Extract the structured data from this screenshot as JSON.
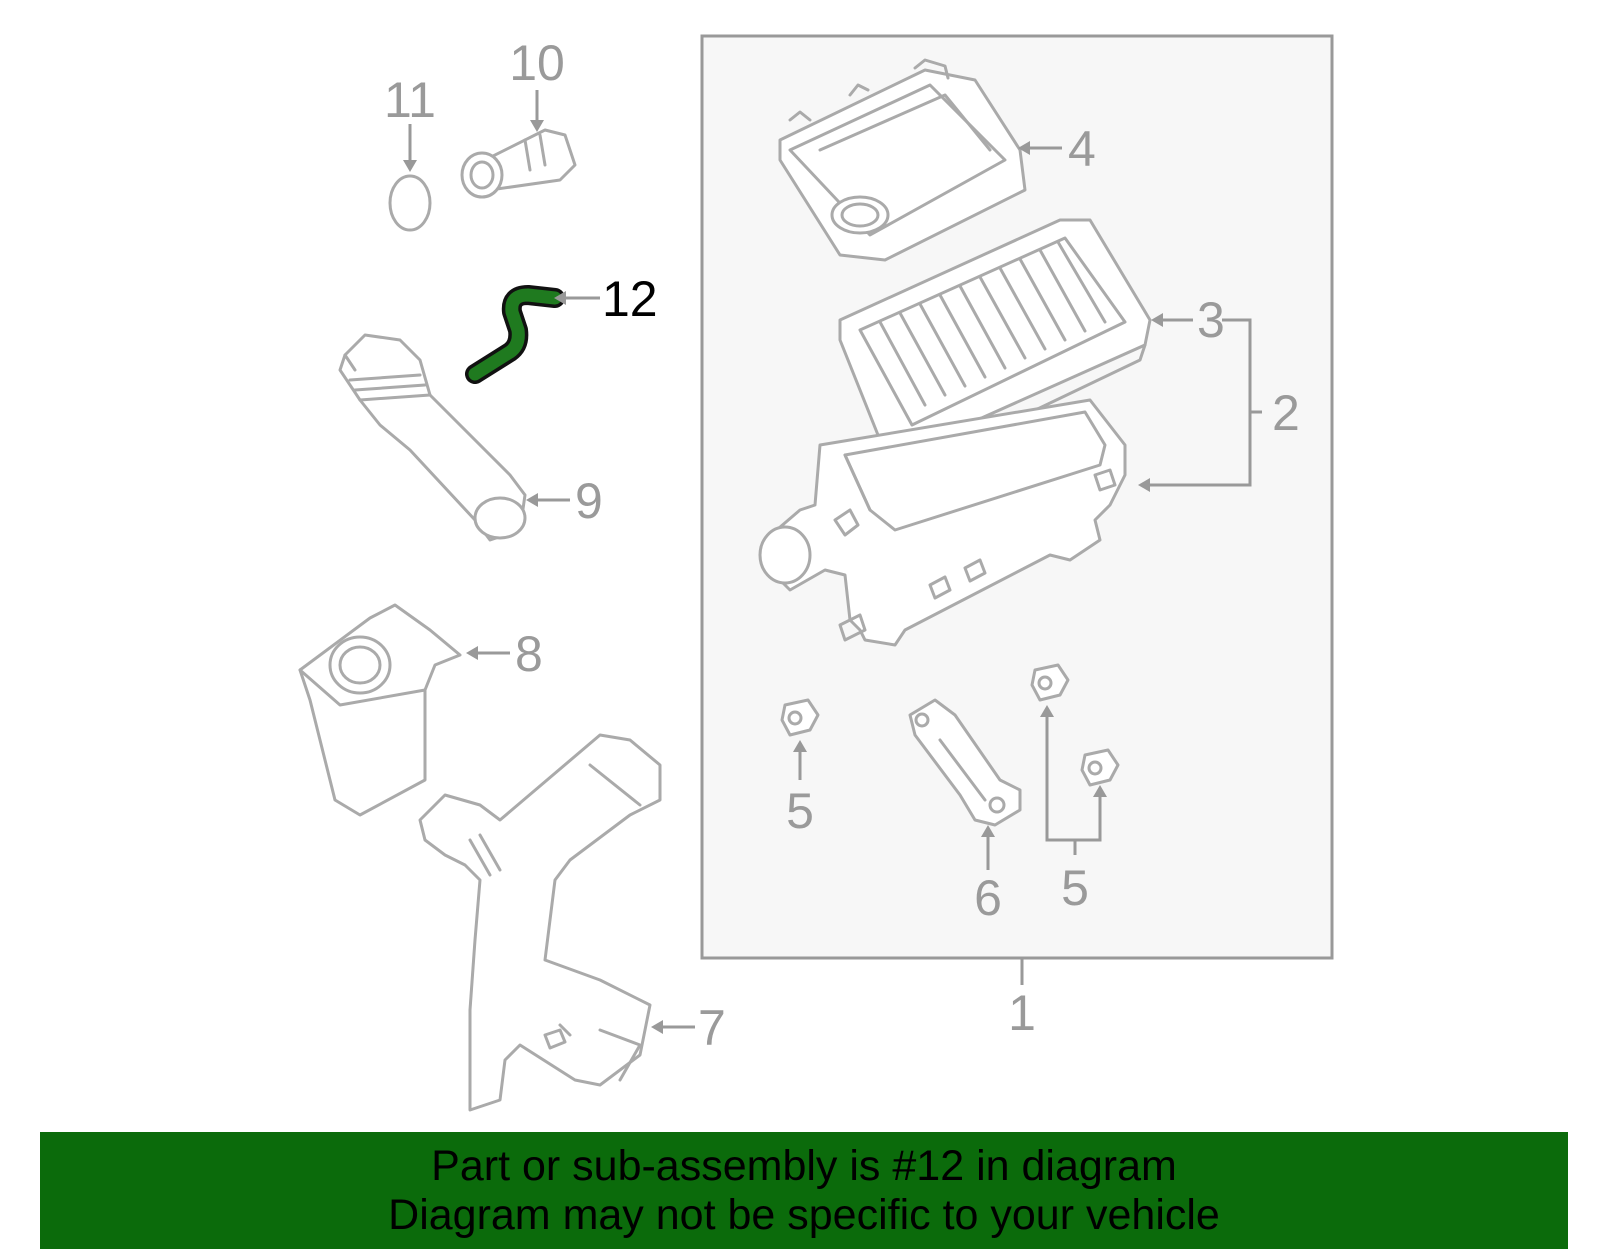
{
  "callouts": {
    "c1": "1",
    "c2": "2",
    "c3": "3",
    "c4": "4",
    "c5a": "5",
    "c5b": "5",
    "c6": "6",
    "c7": "7",
    "c8": "8",
    "c9": "9",
    "c10": "10",
    "c11": "11",
    "c12": "12"
  },
  "banner": {
    "line1": "Part or sub-assembly is #12 in diagram",
    "line2": "Diagram may not be specific to your vehicle"
  },
  "colors": {
    "banner_bg": "#0b6b0b",
    "highlight_part": "#1f7a1f",
    "part_line": "#aaaaaa",
    "assembly_box_bg": "#f7f7f7"
  }
}
